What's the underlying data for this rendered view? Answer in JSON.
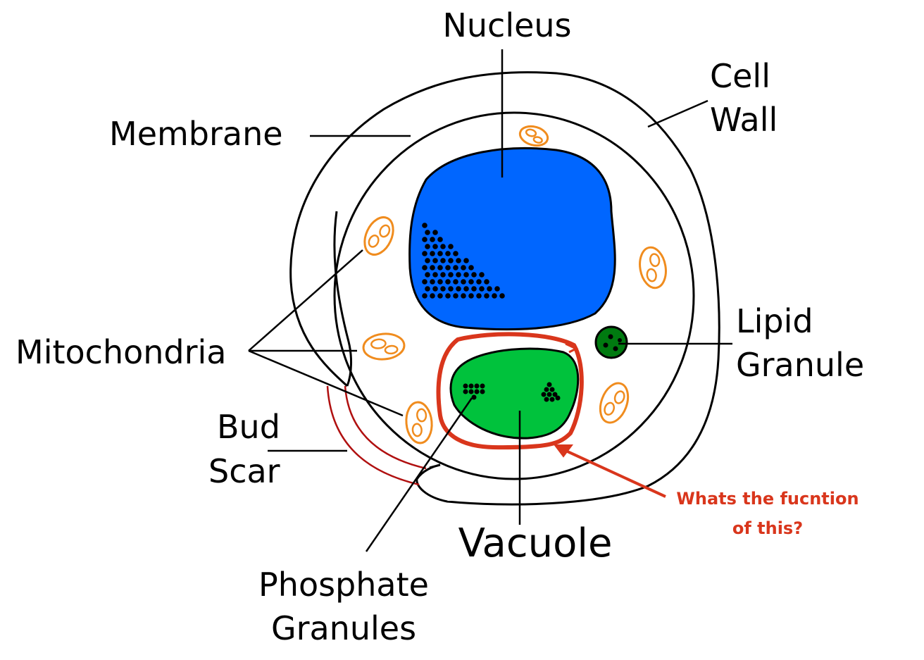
{
  "labels": {
    "nucleus": "Nucleus",
    "cell_wall_1": "Cell",
    "cell_wall_2": "Wall",
    "membrane": "Membrane",
    "mitochondria": "Mitochondria",
    "lipid_1": "Lipid",
    "lipid_2": "Granule",
    "bud_1": "Bud",
    "bud_2": "Scar",
    "vacuole": "Vacuole",
    "phosphate_1": "Phosphate",
    "phosphate_2": "Granules"
  },
  "annotation": {
    "line1": "Whats the fucntion",
    "line2": "of this?"
  },
  "colors": {
    "nucleus": "#0066ff",
    "vacuole": "#00c23c",
    "lipid": "#007a10",
    "mitochondria": "#f08c1e",
    "bud_scar": "#b01010",
    "annotation": "#d9361c"
  }
}
